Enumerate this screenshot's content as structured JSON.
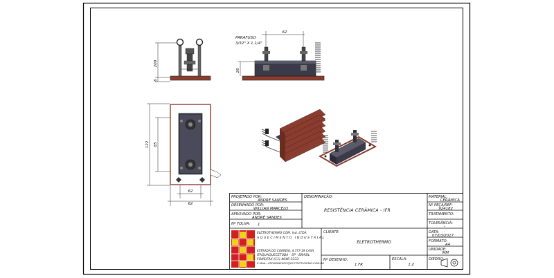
{
  "views": {
    "top_left": {
      "dims": [
        "200",
        "6"
      ]
    },
    "top_right": {
      "screw_note": "PARAFUSO\n3/32\" X 1.1/4\"",
      "dims": [
        "62",
        "26"
      ]
    },
    "plan": {
      "dims": [
        "122",
        "85",
        "62",
        "62"
      ]
    }
  },
  "title_block": {
    "projected_label": "PROJETADO POR:",
    "projected_value": "ANDRÉ SANDES",
    "drawn_label": "DESENHADO POR:",
    "drawn_value": "WILLIAN MARCELO",
    "approved_label": "APROVADO POR:",
    "approved_value": "ANDRÉ SANDES",
    "folha_label": "Nº FOLHA:",
    "folha_value": "1",
    "denominacao_label": "DENOMINAÇÃO:",
    "denominacao_value": "RESISTÊNCIA CERÂMICA - IFR",
    "material_label": "MATERIAL:",
    "material_value": "CERÂMICA",
    "ncm_label": "Nº PEÇA/REF:",
    "ncm_value": "924182",
    "tolerancia_label": "TOLERÂNCIA:",
    "tolerancia_value": "",
    "tratamento_label": "TRATAMENTO:",
    "tratamento_value": "-",
    "data_label": "DATA:",
    "data_value": "07/03/2017",
    "formato_label": "FORMATO:",
    "formato_value": "A4",
    "unidade_label": "UNIDADE:",
    "unidade_value": "MM",
    "diedro_label": "DIEDRO:",
    "cliente_label": "CLIENTE:",
    "cliente_value": "ELETROTHERMO",
    "desenho_label": "Nº DESENHO:",
    "desenho_value": "1 FR",
    "escala_label": "ESCALA:",
    "escala_value": "1:2",
    "company": {
      "name": "ELETROTHERMO COM. Ind. LTDA",
      "tagline": "AQUECIMENTO INDUSTRIAL",
      "addr1": "ESTRADA DO CORREIO, 4.777-19 CASA",
      "addr2": "ITAQUAQUECETUBA - SP - BRASIL",
      "phone": "FONE/FAX:(11) 4646-3333",
      "email": "E-MAIL: ATENDIMENTO@ELETROTHERMO.COM.BR"
    }
  },
  "colors": {
    "base_plate": "#8a3d2e",
    "body_dark": "#3a3a4a",
    "logo_red": "#d21f1f",
    "logo_yellow": "#f1d21a"
  }
}
